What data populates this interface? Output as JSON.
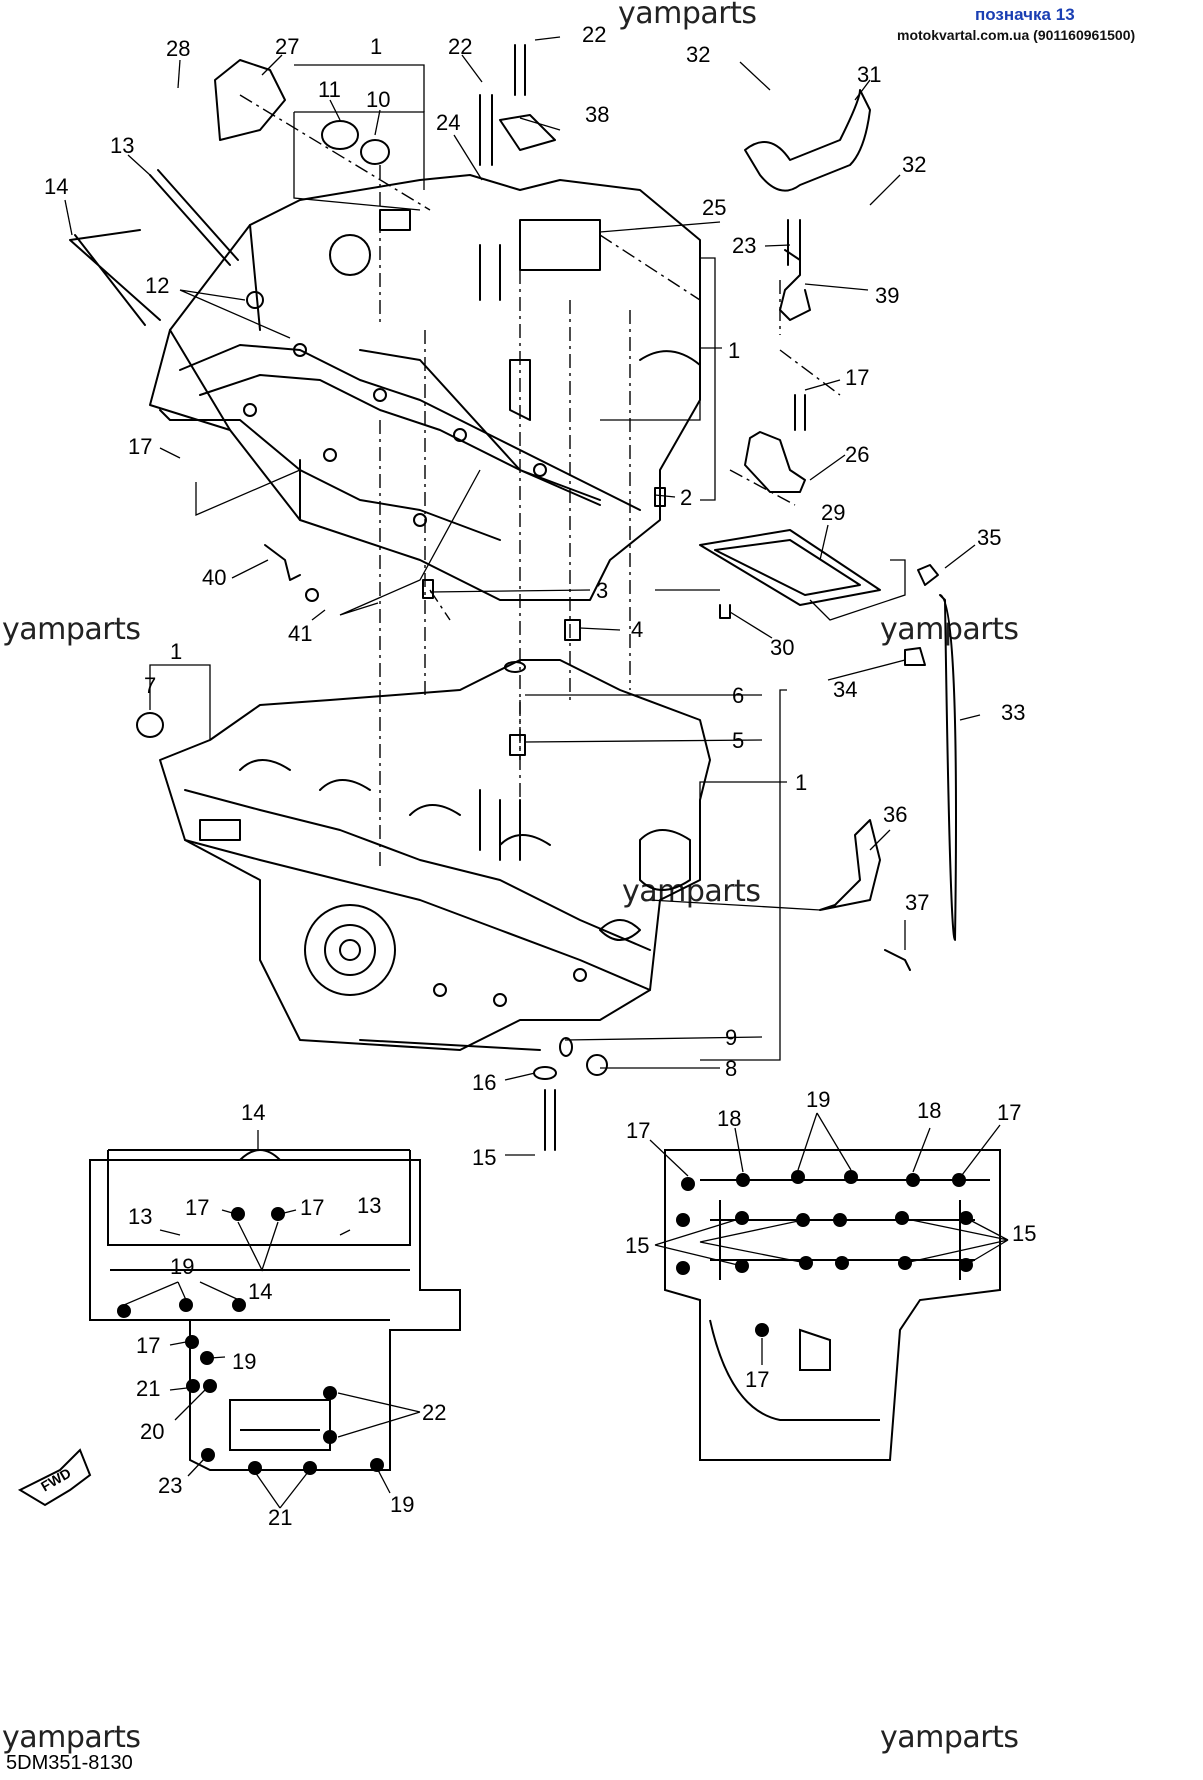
{
  "header": {
    "title": "позначка 13",
    "site": "motokvartal.com.ua (901160961500)"
  },
  "watermarks": [
    "yamparts",
    "yamparts",
    "yamparts",
    "yamparts",
    "yamparts",
    "yamparts"
  ],
  "diagram_code": "5DM351-8130",
  "fwd_label": "FWD",
  "callouts_main": [
    "22",
    "28",
    "27",
    "1",
    "11",
    "10",
    "22",
    "38",
    "24",
    "32",
    "31",
    "32",
    "13",
    "14",
    "25",
    "23",
    "39",
    "12",
    "1",
    "17",
    "17",
    "26",
    "2",
    "29",
    "35",
    "40",
    "3",
    "30",
    "41",
    "4",
    "1",
    "7",
    "6",
    "34",
    "33",
    "5",
    "1",
    "36",
    "37",
    "9",
    "8",
    "16",
    "15"
  ],
  "callouts_bottom_left": [
    "14",
    "13",
    "17",
    "17",
    "13",
    "19",
    "14",
    "17",
    "19",
    "21",
    "22",
    "20",
    "23",
    "21",
    "19"
  ],
  "callouts_bottom_right": [
    "19",
    "17",
    "18",
    "18",
    "17",
    "15",
    "15",
    "17"
  ],
  "colors": {
    "title_blue": "#1a3fb3",
    "line": "#000000"
  }
}
